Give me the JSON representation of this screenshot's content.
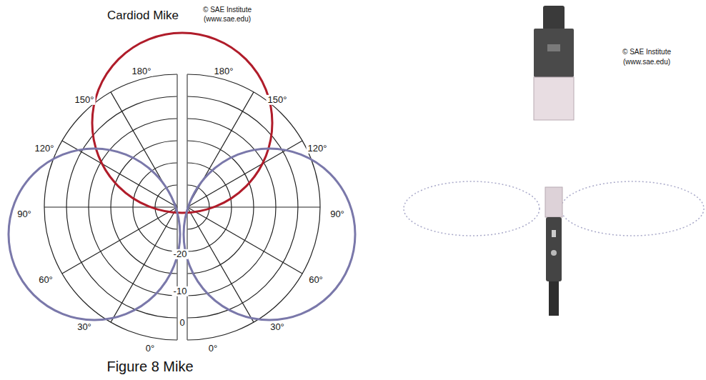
{
  "diagram": {
    "labels": [
      "Cardiod Mike",
      "© SAE Institute",
      "(www.sae.edu)",
      "180°",
      "180°",
      "150°",
      "150°",
      "120°",
      "120°",
      "90°",
      "90°",
      "60°",
      "60°",
      "30°",
      "30°",
      "0°",
      "0°",
      "-20",
      "-10",
      "0",
      "Figure 8 Mike",
      "© SAE Institute",
      "(www.sae.edu)"
    ]
  }
}
